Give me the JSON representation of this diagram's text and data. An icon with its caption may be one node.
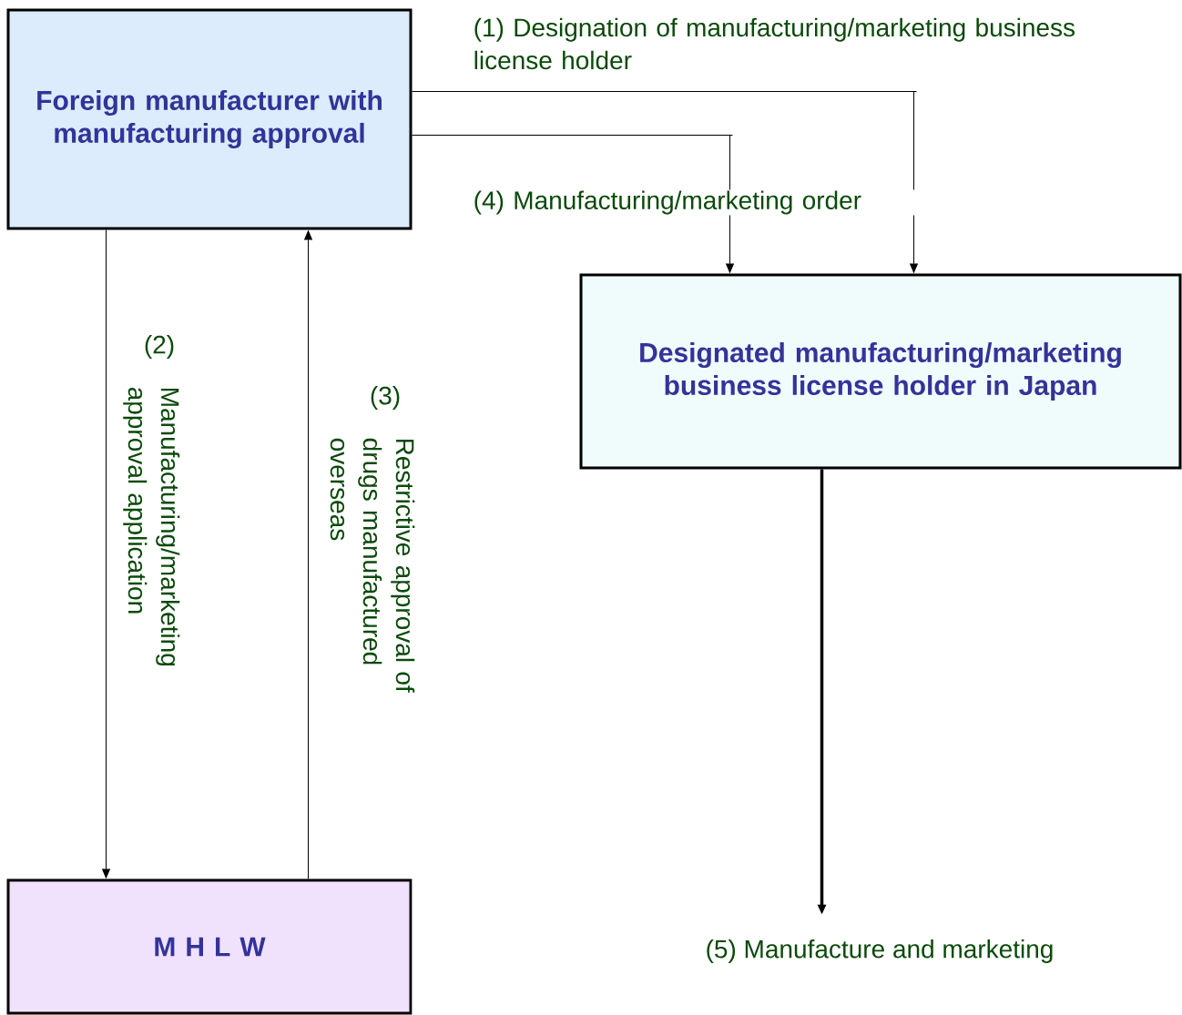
{
  "diagram": {
    "nodes": [
      {
        "text": [
          "Foreign manufacturer with manufacturing approval"
        ]
      },
      {
        "text": [
          "Designated manufacturing/marketing business license holder in Japan"
        ]
      },
      {
        "text": [
          "M H L W"
        ]
      },
      {
        "text": [
          "(5) Manufacture and marketing"
        ]
      }
    ],
    "edges": [
      {
        "from": 0,
        "to": 1,
        "arrow": "to",
        "label": "(1) Designation of manufacturing/marketing business license holder"
      },
      {
        "from": 0,
        "to": 2,
        "arrow": "to",
        "label": "Manufacturing/marketing approval application"
      },
      {
        "from": 2,
        "to": 0,
        "arrow": "to",
        "label": "Restrictive approval of drugs manufactured overseas"
      },
      {
        "from": 0,
        "to": 1,
        "arrow": "to",
        "label": "(4) Manufacturing/marketing order"
      },
      {
        "from": 1,
        "to": 3,
        "arrow": "to",
        "style": "thick"
      }
    ],
    "labels": [
      "(2)",
      "(3)"
    ]
  }
}
